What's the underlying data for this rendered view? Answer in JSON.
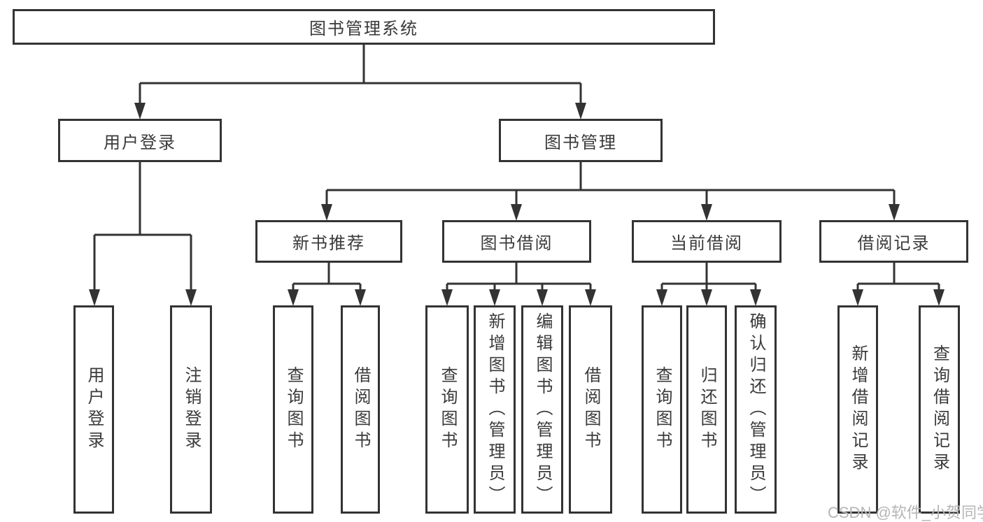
{
  "tree": {
    "root": {
      "label": "图书管理系统",
      "children": [
        {
          "label": "用户登录",
          "children": [
            {
              "label": "用户登录"
            },
            {
              "label": "注销登录"
            }
          ]
        },
        {
          "label": "图书管理",
          "children": [
            {
              "label": "新书推荐",
              "children": [
                {
                  "label": "查询图书"
                },
                {
                  "label": "借阅图书"
                }
              ]
            },
            {
              "label": "图书借阅",
              "children": [
                {
                  "label": "查询图书"
                },
                {
                  "label": "新增图书（管理员）"
                },
                {
                  "label": "编辑图书（管理员）"
                },
                {
                  "label": "借阅图书"
                }
              ]
            },
            {
              "label": "当前借阅",
              "children": [
                {
                  "label": "查询图书"
                },
                {
                  "label": "归还图书"
                },
                {
                  "label": "确认归还（管理员）"
                }
              ]
            },
            {
              "label": "借阅记录",
              "children": [
                {
                  "label": "新增借阅记录"
                },
                {
                  "label": "查询借阅记录"
                }
              ]
            }
          ]
        }
      ]
    }
  },
  "watermark": {
    "text": "CSDN @软件_小贺同学"
  },
  "colors": {
    "line": "#333333",
    "border": "#333333",
    "text": "#3a3a3a",
    "watermark": "#b5b5b5",
    "background": "#ffffff"
  }
}
